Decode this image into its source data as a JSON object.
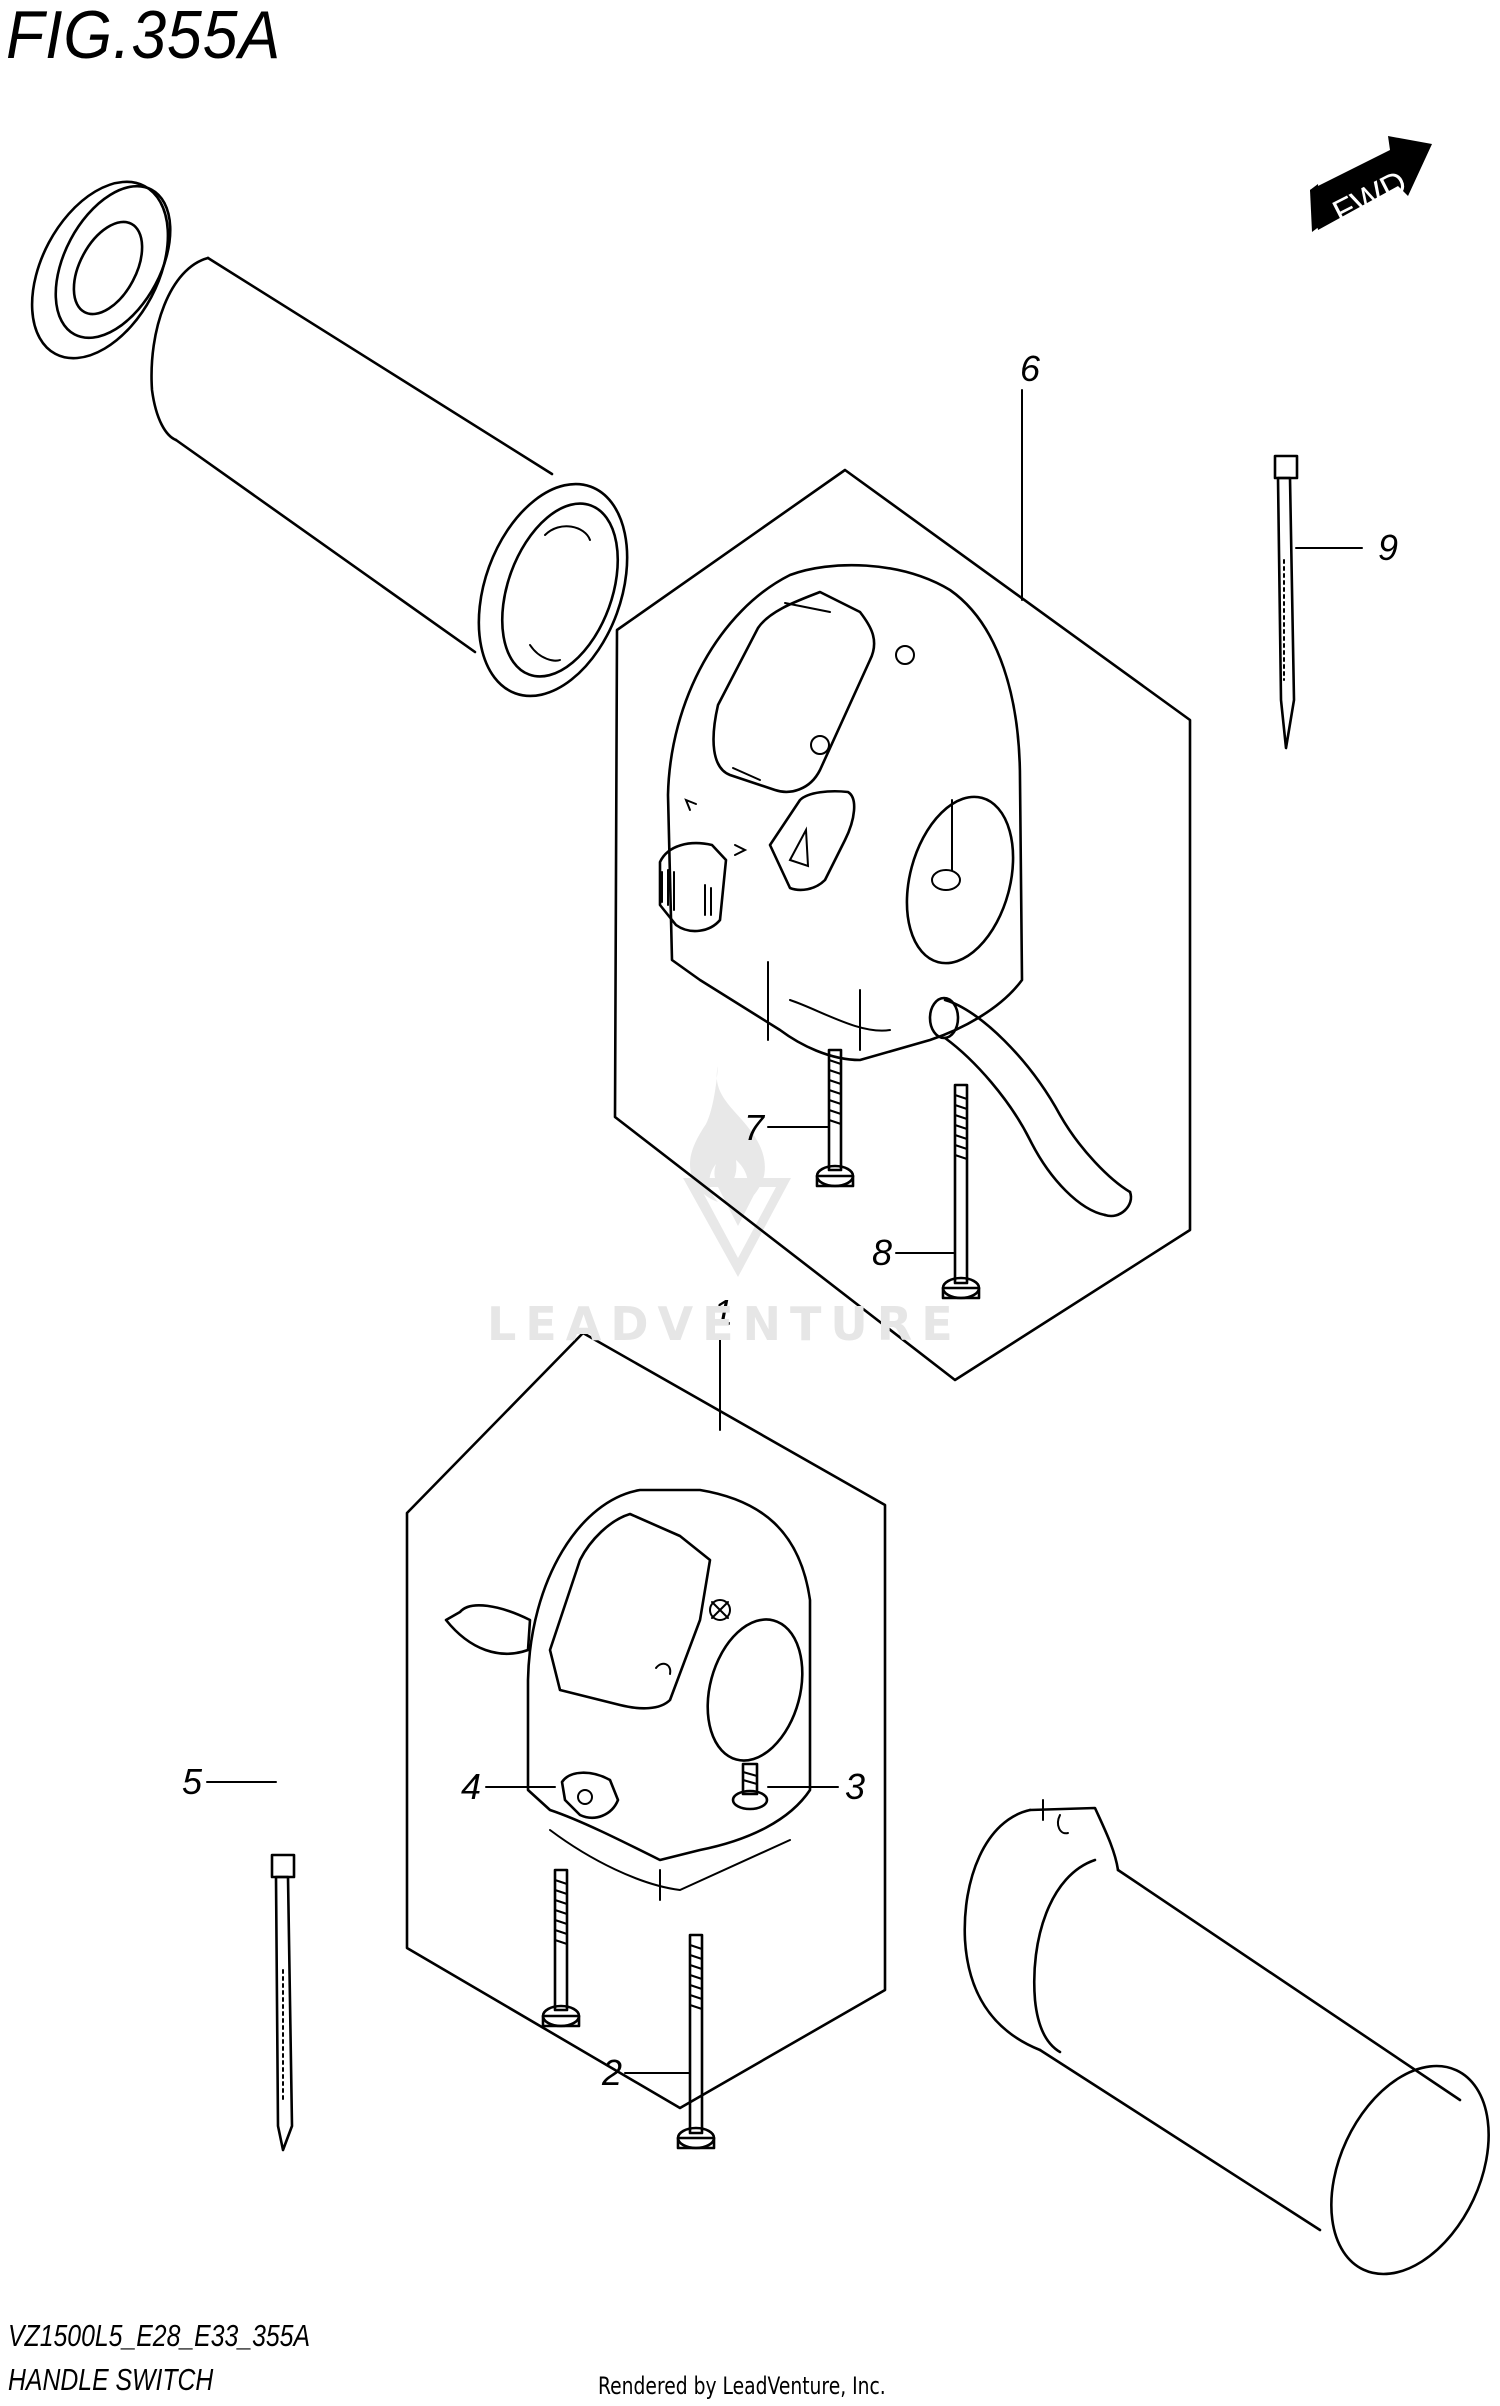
{
  "figure": {
    "title": "FIG.355A",
    "model_code": "VZ1500L5_E28_E33_355A",
    "section_name": "HANDLE SWITCH",
    "credit": "Rendered by LeadVenture, Inc.",
    "direction_marker": "FWD",
    "watermark": "LEADVENTURE"
  },
  "callouts": [
    {
      "id": "1",
      "label": "1",
      "part": "left handle switch assembly"
    },
    {
      "id": "2",
      "label": "2",
      "part": "long screw"
    },
    {
      "id": "3",
      "label": "3",
      "part": "short screw"
    },
    {
      "id": "4",
      "label": "4",
      "part": "screw"
    },
    {
      "id": "5",
      "label": "5",
      "part": "cable tie"
    },
    {
      "id": "6",
      "label": "6",
      "part": "right handle switch assembly"
    },
    {
      "id": "7",
      "label": "7",
      "part": "screw"
    },
    {
      "id": "8",
      "label": "8",
      "part": "long screw"
    },
    {
      "id": "9",
      "label": "9",
      "part": "cable tie"
    }
  ],
  "colors": {
    "line": "#000000",
    "background": "#ffffff",
    "watermark": "#e6e6e6"
  }
}
